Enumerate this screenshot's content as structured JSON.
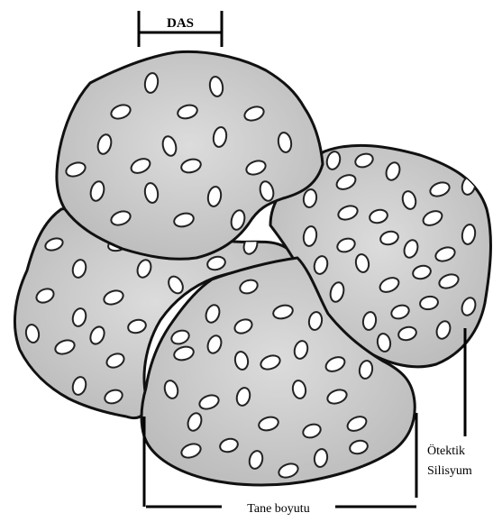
{
  "labels": {
    "das": "DAS",
    "grain_size": "Tane boyutu",
    "eutectic_line1": "Ötektik",
    "eutectic_line2": "Silisyum"
  },
  "colors": {
    "grain_fill": "#c9c9c9",
    "outline": "#111111",
    "particle_fill": "#ffffff"
  }
}
